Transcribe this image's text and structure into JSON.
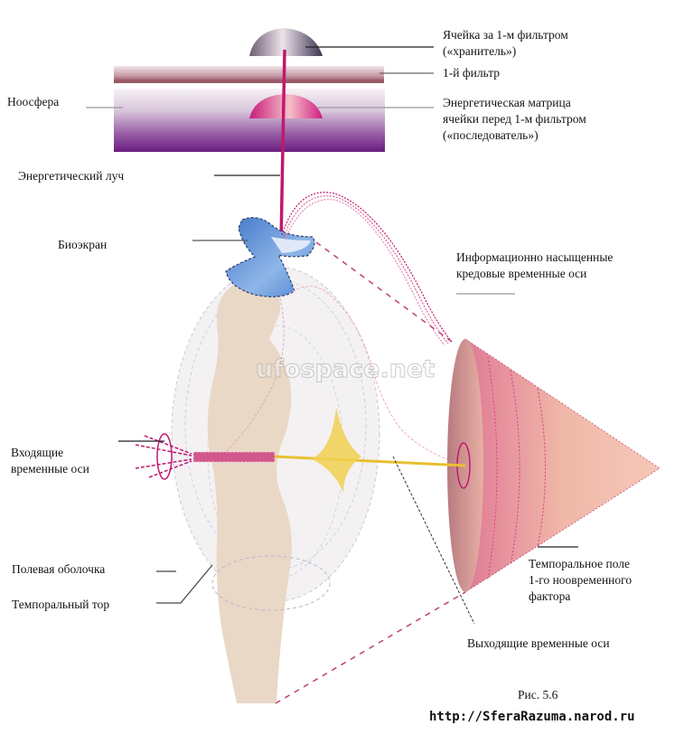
{
  "figure": {
    "caption": "Рис. 5.6",
    "url": "http://SferaRazuma.narod.ru",
    "watermark": "ufospace.net"
  },
  "labels": {
    "cell_behind_filter": [
      "Ячейка за  1-м фильтром",
      "(«хранитель»)"
    ],
    "first_filter": "1-й фильтр",
    "energy_matrix": [
      "Энергетическая матрица",
      "ячейки перед 1-м фильтром",
      "(«последователь»)"
    ],
    "noosphere": "Ноосфера",
    "energy_beam": "Энергетический луч",
    "bioscreen": "Биоэкран",
    "info_axes": [
      "Информационно насыщенные",
      "кредовые временные оси"
    ],
    "incoming_axes": [
      "Входящие",
      "временные оси"
    ],
    "field_shell": "Полевая  оболочка",
    "temporal_torus": "Темпоральный тор",
    "temporal_field": [
      "Темпоральное поле",
      "1-го ноовременного",
      "фактора"
    ],
    "outgoing_axes": "Выходящие временные оси"
  },
  "colors": {
    "beam": "#c0186e",
    "noosphere_top": "#f2ecf2",
    "noosphere_bottom": "#6a1c80",
    "filter": "#9a5a6a",
    "bioscreen": "#5a8fd4",
    "body": "#e9d8c6",
    "cone": "#e89aa8",
    "yellow_axis": "#e8c030",
    "dashed": "#c04070"
  }
}
